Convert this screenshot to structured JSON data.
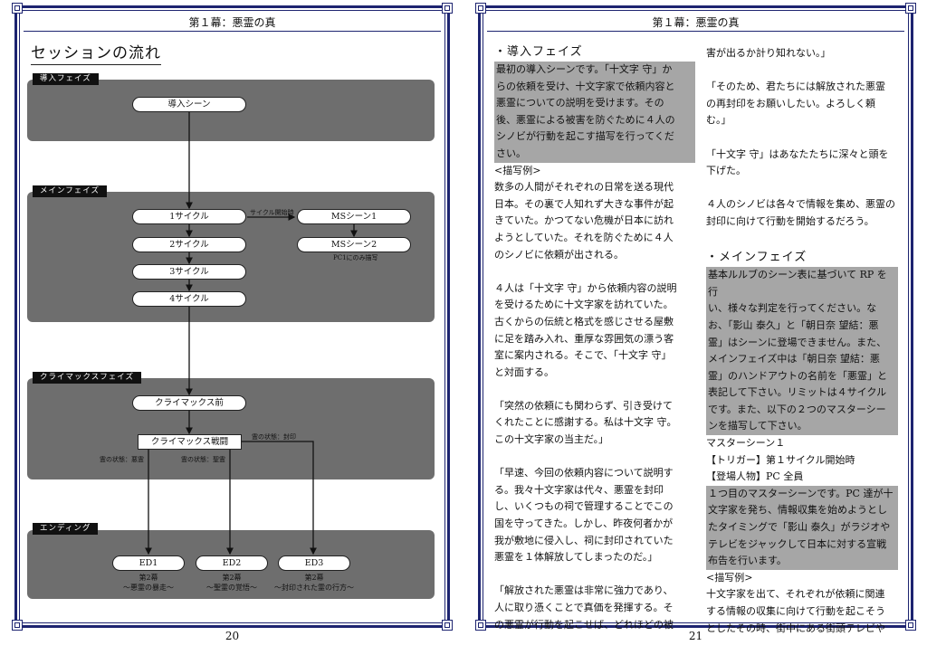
{
  "left_page": {
    "running_head": "第１幕：悪霊の真",
    "page_number": "20",
    "section_title": "セッションの流れ",
    "phases": [
      {
        "label": "導入フェイズ"
      },
      {
        "label": "メインフェイズ"
      },
      {
        "label": "クライマックスフェイズ"
      },
      {
        "label": "エンディング"
      }
    ],
    "nodes": {
      "intro_scene": "導入シーン",
      "cycle1": "1サイクル",
      "cycle2": "2サイクル",
      "cycle3": "3サイクル",
      "cycle4": "4サイクル",
      "ms1": "MSシーン1",
      "ms2": "MSシーン2",
      "climax_before": "クライマックス前",
      "climax_battle": "クライマックス戦闘",
      "ed1": "ED1",
      "ed2": "ED2",
      "ed3": "ED3"
    },
    "notes": {
      "cycle_start": "サイクル開始時",
      "pc1_only": "PC1にのみ描写",
      "state_sealed": "霊の状態：封印",
      "state_evil": "霊の状態：悪霊",
      "state_pacified": "霊の状態：聖霊"
    },
    "endings": [
      {
        "act": "第2幕",
        "subtitle": "～悪霊の暴走～"
      },
      {
        "act": "第2幕",
        "subtitle": "～聖霊の覚悟～"
      },
      {
        "act": "第2幕",
        "subtitle": "～封印された霊の行方～"
      }
    ]
  },
  "right_page": {
    "running_head": "第１幕：悪霊の真",
    "page_number": "21",
    "col1": {
      "heading": "・導入フェイズ",
      "highlight_lines": [
        "最初の導入シーンです。「十文字 守」か",
        "らの依頼を受け、十文字家で依頼内容と",
        "悪霊についての説明を受けます。その",
        "後、悪霊による被害を防ぐために４人の",
        "シノビが行動を起こす描写を行ってくだ",
        "さい。"
      ],
      "example_label": "<描写例>",
      "paragraphs": [
        [
          "数多の人間がそれぞれの日常を送る現代",
          "日本。その裏で人知れず大きな事件が起",
          "きていた。かつてない危機が日本に訪れ",
          "ようとしていた。それを防ぐために４人",
          "のシノビに依頼が出される。"
        ],
        [
          "４人は「十文字 守」から依頼内容の説明",
          "を受けるために十文字家を訪れていた。",
          "古くからの伝統と格式を感じさせる屋敷",
          "に足を踏み入れ、重厚な雰囲気の漂う客",
          "室に案内される。そこで、「十文字 守」",
          "と対面する。"
        ],
        [
          "「突然の依頼にも関わらず、引き受けて",
          "くれたことに感謝する。私は十文字 守。",
          "この十文字家の当主だ。」"
        ],
        [
          "「早速、今回の依頼内容について説明す",
          "る。我々十文字家は代々、悪霊を封印",
          "し、いくつもの祠で管理することでこの",
          "国を守ってきた。しかし、昨夜何者かが",
          "我が敷地に侵入し、祠に封印されていた",
          "悪霊を１体解放してしまったのだ。」"
        ],
        [
          "「解放された悪霊は非常に強力であり、",
          "人に取り憑くことで真価を発揮する。そ",
          "の悪霊が行動を起こせば、どれほどの被"
        ]
      ]
    },
    "col2": {
      "paragraphs": [
        [
          "害が出るか計り知れない。」"
        ],
        [
          "「そのため、君たちには解放された悪霊",
          "の再封印をお願いしたい。よろしく頼",
          "む。」"
        ],
        [
          "「十文字 守」はあなたたちに深々と頭を",
          "下げた。"
        ],
        [
          "４人のシノビは各々で情報を集め、悪霊の",
          "封印に向けて行動を開始するだろう。"
        ]
      ],
      "heading": "・メインフェイズ",
      "highlight_lines": [
        "基本ルルブのシーン表に基づいて RP を行",
        "い、様々な判定を行ってください。な",
        "お、「影山 泰久」と「朝日奈 望結：悪",
        "霊」はシーンに登場できません。また、",
        "メインフェイズ中は「朝日奈 望結：悪",
        "霊」のハンドアウトの名前を「悪霊」と",
        "表記して下さい。リミットは４サイクル",
        "です。また、以下の２つのマスターシー",
        "ンを描写して下さい。"
      ],
      "master_scene": "マスターシーン１",
      "trigger": "【トリガー】第１サイクル開始時",
      "cast": "【登場人物】PC 全員",
      "highlight2_lines": [
        "１つ目のマスターシーンです。PC 達が十",
        "文字家を発ち、情報収集を始めようとし",
        "たタイミングで「影山 泰久」がラジオや",
        "テレビをジャックして日本に対する宣戦",
        "布告を行います。"
      ],
      "example_label": "<描写例>",
      "tail_lines": [
        "十文字家を出て、それぞれが依頼に関連",
        "する情報の収集に向けて行動を起こそう",
        "としたその時、街中にある街頭テレビや"
      ]
    }
  }
}
